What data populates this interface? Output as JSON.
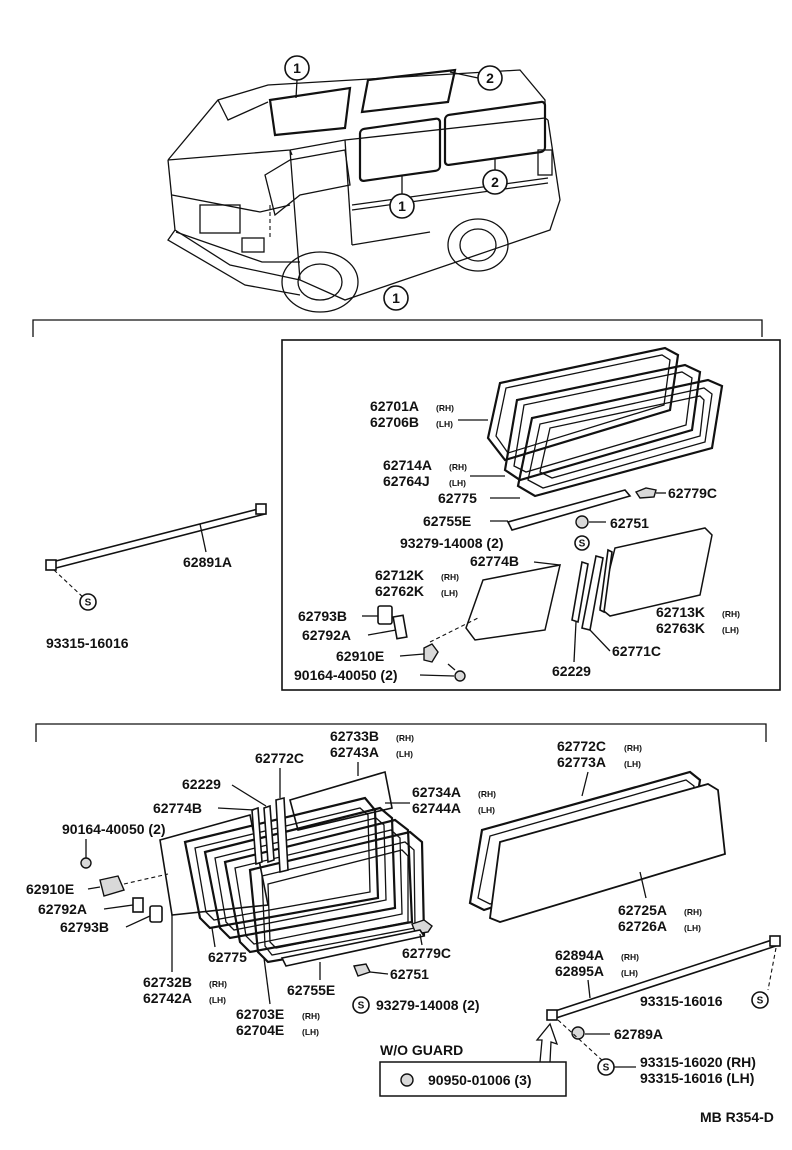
{
  "callouts": {
    "one": "1",
    "two": "2",
    "s": "S"
  },
  "section1": {
    "p62701A": "62701A",
    "p62701A_sfx": "(RH)",
    "p62706B": "62706B",
    "p62706B_sfx": "(LH)",
    "p62714A": "62714A",
    "p62714A_sfx": "(RH)",
    "p62764J": "62764J",
    "p62764J_sfx": "(LH)",
    "p62775": "62775",
    "p62779C": "62779C",
    "p62755E": "62755E",
    "p62751": "62751",
    "p93279": "93279-14008 (2)",
    "p62774B": "62774B",
    "p62712K": "62712K",
    "p62712K_sfx": "(RH)",
    "p62762K": "62762K",
    "p62762K_sfx": "(LH)",
    "p62793B": "62793B",
    "p62792A": "62792A",
    "p62910E": "62910E",
    "p90164": "90164-40050 (2)",
    "p62229": "62229",
    "p62771C": "62771C",
    "p62713K": "62713K",
    "p62713K_sfx": "(RH)",
    "p62763K": "62763K",
    "p62763K_sfx": "(LH)",
    "p62891A": "62891A",
    "p93315": "93315-16016"
  },
  "section2": {
    "p62733B": "62733B",
    "p62733B_sfx": "(RH)",
    "p62743A": "62743A",
    "p62743A_sfx": "(LH)",
    "p62772C_top": "62772C",
    "p62229": "62229",
    "p62734A": "62734A",
    "p62734A_sfx": "(RH)",
    "p62744A": "62744A",
    "p62744A_sfx": "(LH)",
    "p62774B": "62774B",
    "p90164": "90164-40050 (2)",
    "p62910E": "62910E",
    "p62792A": "62792A",
    "p62793B": "62793B",
    "p62775": "62775",
    "p62779C": "62779C",
    "p62751": "62751",
    "p62732B": "62732B",
    "p62732B_sfx": "(RH)",
    "p62742A": "62742A",
    "p62742A_sfx": "(LH)",
    "p62755E": "62755E",
    "p62703E": "62703E",
    "p62703E_sfx": "(RH)",
    "p62704E": "62704E",
    "p62704E_sfx": "(LH)",
    "p93279": "93279-14008 (2)",
    "p62772C": "62772C",
    "p62772C_sfx": "(RH)",
    "p62773A": "62773A",
    "p62773A_sfx": "(LH)",
    "p62725A": "62725A",
    "p62725A_sfx": "(RH)",
    "p62726A": "62726A",
    "p62726A_sfx": "(LH)",
    "p62894A": "62894A",
    "p62894A_sfx": "(RH)",
    "p62895A": "62895A",
    "p62895A_sfx": "(LH)",
    "p93315_16016": "93315-16016",
    "p62789A": "62789A",
    "p93315_16020": "93315-16020 (RH)",
    "p93315_16016b": "93315-16016 (LH)",
    "wo_guard": "W/O GUARD",
    "p90950": "90950-01006 (3)"
  },
  "footer": {
    "code": "MB R354-D"
  }
}
